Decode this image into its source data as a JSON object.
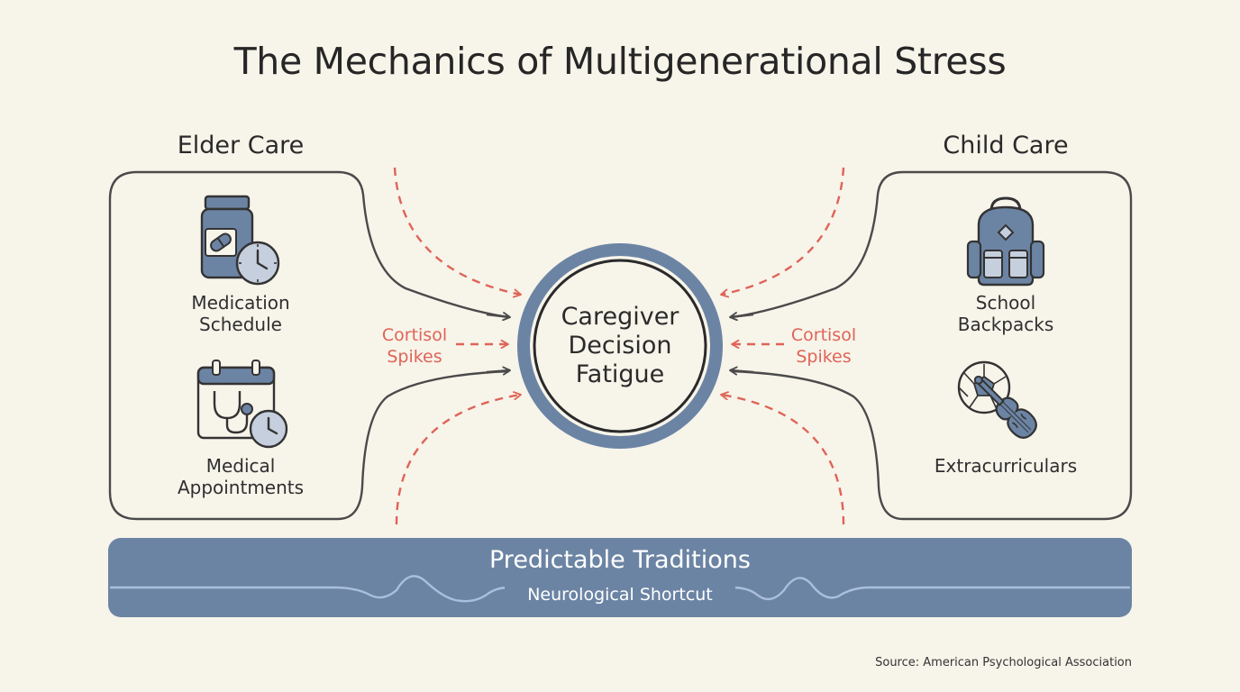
{
  "title": "The Mechanics of Multigenerational Stress",
  "groups": {
    "elder": {
      "label": "Elder Care",
      "items": [
        {
          "label": "Medication\nSchedule",
          "icon": "pill-bottle-clock-icon"
        },
        {
          "label": "Medical\nAppointments",
          "icon": "calendar-stethoscope-icon"
        }
      ]
    },
    "child": {
      "label": "Child Care",
      "items": [
        {
          "label": "School\nBackpacks",
          "icon": "backpack-icon"
        },
        {
          "label": "Extracurriculars",
          "icon": "soccer-ball-violin-icon"
        }
      ]
    }
  },
  "stress": {
    "left": "Cortisol\nSpikes",
    "right": "Cortisol\nSpikes"
  },
  "center": "Caregiver\nDecision\nFatigue",
  "band": {
    "title": "Predictable Traditions",
    "subtitle": "Neurological Shortcut"
  },
  "source": "Source: American Psychological Association",
  "colors": {
    "background": "#f7f4ea",
    "slate_blue": "#6c84a4",
    "stress_red": "#df6457",
    "outline": "#4a4a4a",
    "wave": "#a9bfdc"
  }
}
